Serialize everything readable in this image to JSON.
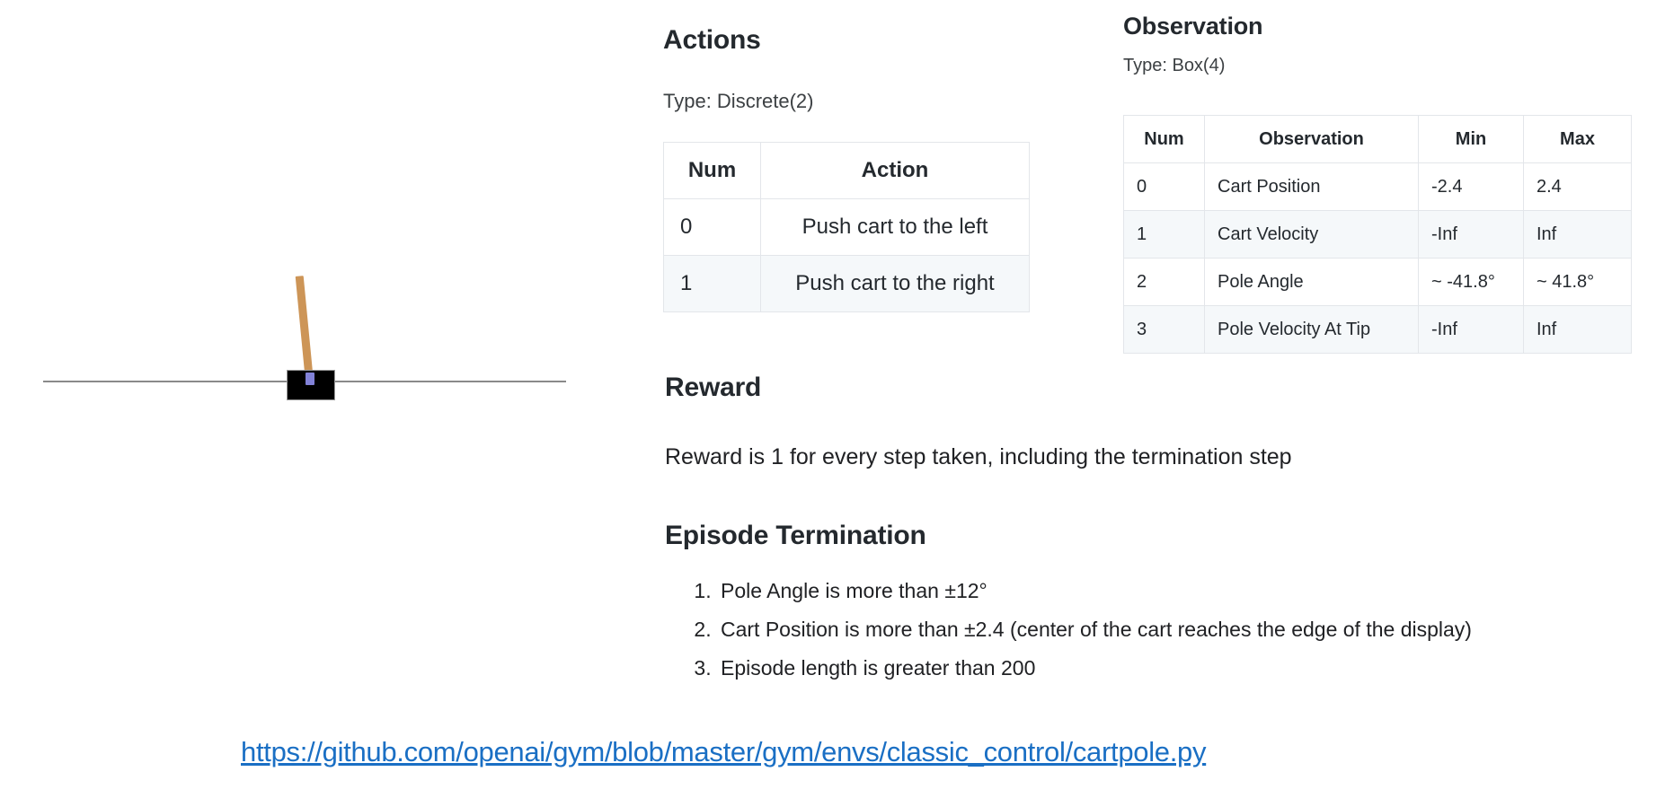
{
  "figure": {
    "name": "cartpole-illustration",
    "cart_color": "#000000",
    "pole_color": "#cd9557",
    "axle_color": "#8282d8",
    "ground_color": "#8a8a8a"
  },
  "actions": {
    "heading": "Actions",
    "type_line": "Type: Discrete(2)",
    "columns": [
      "Num",
      "Action"
    ],
    "rows": [
      {
        "num": "0",
        "action": "Push cart to the left"
      },
      {
        "num": "1",
        "action": "Push cart to the right"
      }
    ]
  },
  "observation": {
    "heading": "Observation",
    "type_line": "Type: Box(4)",
    "columns": [
      "Num",
      "Observation",
      "Min",
      "Max"
    ],
    "rows": [
      {
        "num": "0",
        "observation": "Cart Position",
        "min": "-2.4",
        "max": "2.4"
      },
      {
        "num": "1",
        "observation": "Cart Velocity",
        "min": "-Inf",
        "max": "Inf"
      },
      {
        "num": "2",
        "observation": "Pole Angle",
        "min": "~ -41.8°",
        "max": "~ 41.8°"
      },
      {
        "num": "3",
        "observation": "Pole Velocity At Tip",
        "min": "-Inf",
        "max": "Inf"
      }
    ]
  },
  "reward": {
    "heading": "Reward",
    "text": "Reward is 1 for every step taken, including the termination step"
  },
  "episode_termination": {
    "heading": "Episode Termination",
    "items": [
      "Pole Angle is more than ±12°",
      "Cart Position is more than ±2.4 (center of the cart reaches the edge of the display)",
      "Episode length is greater than 200"
    ]
  },
  "source": {
    "url_text": "https://github.com/openai/gym/blob/master/gym/envs/classic_control/cartpole.py",
    "link_color": "#1a6fc4"
  }
}
